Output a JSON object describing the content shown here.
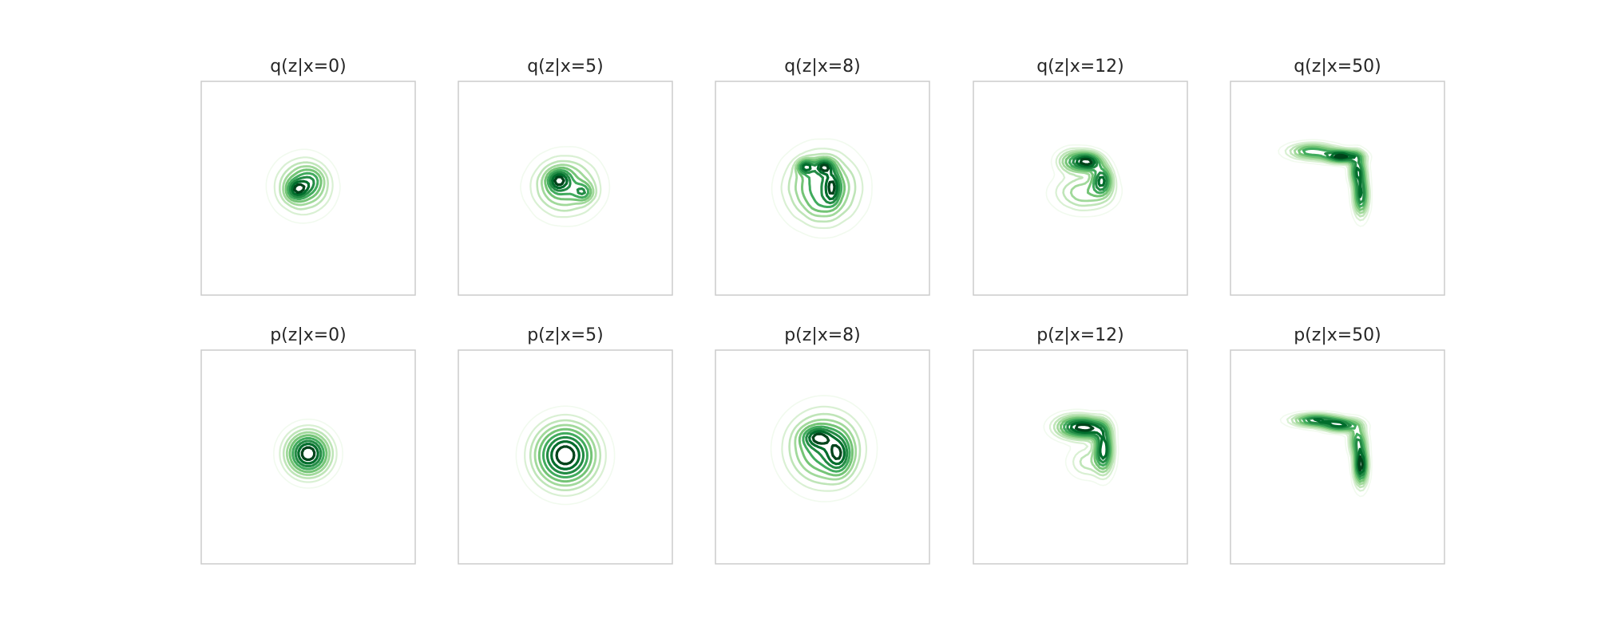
{
  "chart_data": {
    "type": "contour",
    "layout": {
      "rows": 2,
      "cols": 5
    },
    "axes_visible": false,
    "grid": false,
    "legend": "none",
    "colormap": "Greens",
    "colors": {
      "levels": [
        "#f1faee",
        "#d9f0d3",
        "#bfe5b8",
        "#a1d99b",
        "#74c476",
        "#41ab5d",
        "#238b45",
        "#006d2c",
        "#00441b"
      ],
      "frame": "#cccccc",
      "title": "#262626"
    },
    "panels": [
      {
        "title": "q(z|x=0)",
        "center": [
          -0.15,
          0.05
        ],
        "noise": 0.11,
        "components": [
          {
            "mean": [
              0,
              0
            ],
            "sigma": [
              0.5,
              0.5
            ],
            "weight": 1.0
          },
          {
            "mean": [
              -0.2,
              -0.1
            ],
            "sigma": [
              0.2,
              0.2
            ],
            "weight": 0.8
          },
          {
            "mean": [
              0.25,
              0.2
            ],
            "sigma": [
              0.25,
              0.25
            ],
            "weight": 0.4
          }
        ]
      },
      {
        "title": "q(z|x=5)",
        "center": [
          0.0,
          0.05
        ],
        "noise": 0.11,
        "components": [
          {
            "mean": [
              0,
              0
            ],
            "sigma": [
              0.6,
              0.55
            ],
            "weight": 1.0
          },
          {
            "mean": [
              -0.2,
              0.2
            ],
            "sigma": [
              0.22,
              0.2
            ],
            "weight": 0.8
          },
          {
            "mean": [
              0.55,
              -0.15
            ],
            "sigma": [
              0.2,
              0.18
            ],
            "weight": 0.7
          }
        ]
      },
      {
        "title": "q(z|x=8)",
        "center": [
          0.0,
          0.1
        ],
        "noise": 0.11,
        "components": [
          {
            "mean": [
              0,
              -0.1
            ],
            "sigma": [
              0.65,
              0.65
            ],
            "weight": 1.0
          },
          {
            "mean": [
              -0.5,
              0.55
            ],
            "sigma": [
              0.16,
              0.14
            ],
            "weight": 0.8
          },
          {
            "mean": [
              0.05,
              0.55
            ],
            "sigma": [
              0.18,
              0.15
            ],
            "weight": 0.8
          },
          {
            "mean": [
              0.3,
              -0.05
            ],
            "sigma": [
              0.15,
              0.35
            ],
            "weight": 0.6
          }
        ]
      },
      {
        "title": "q(z|x=12)",
        "center": [
          0.1,
          0.25
        ],
        "noise": 0.1,
        "components": [
          {
            "mean": [
              -0.3,
              0.55
            ],
            "sigma": [
              0.3,
              0.22
            ],
            "weight": 0.7
          },
          {
            "mean": [
              0.15,
              0.55
            ],
            "sigma": [
              0.25,
              0.18
            ],
            "weight": 1.0
          },
          {
            "mean": [
              0.55,
              0.0
            ],
            "sigma": [
              0.2,
              0.3
            ],
            "weight": 0.9
          },
          {
            "mean": [
              0.0,
              -0.4
            ],
            "sigma": [
              0.55,
              0.35
            ],
            "weight": 0.5
          }
        ]
      },
      {
        "title": "q(z|x=50)",
        "center": [
          0.05,
          0.1
        ],
        "noise": 0.06,
        "components": [
          {
            "mean": [
              -0.8,
              1.0
            ],
            "sigma": [
              0.45,
              0.15
            ],
            "weight": 0.7
          },
          {
            "mean": [
              0.1,
              0.85
            ],
            "sigma": [
              0.35,
              0.12
            ],
            "weight": 1.0
          },
          {
            "mean": [
              0.55,
              0.45
            ],
            "sigma": [
              0.15,
              0.3
            ],
            "weight": 0.8
          },
          {
            "mean": [
              0.65,
              -0.3
            ],
            "sigma": [
              0.14,
              0.4
            ],
            "weight": 0.9
          }
        ]
      },
      {
        "title": "p(z|x=0)",
        "center": [
          0.0,
          0.1
        ],
        "noise": 0.0,
        "components": [
          {
            "mean": [
              0,
              0
            ],
            "sigma": [
              0.42,
              0.42
            ],
            "weight": 1.0
          }
        ]
      },
      {
        "title": "p(z|x=5)",
        "center": [
          0.0,
          0.05
        ],
        "noise": 0.0,
        "components": [
          {
            "mean": [
              0,
              0
            ],
            "sigma": [
              0.6,
              0.6
            ],
            "weight": 1.0
          }
        ]
      },
      {
        "title": "p(z|x=8)",
        "center": [
          0.05,
          0.15
        ],
        "noise": 0.0,
        "components": [
          {
            "mean": [
              0,
              0.1
            ],
            "sigma": [
              0.7,
              0.7
            ],
            "weight": 0.9
          },
          {
            "mean": [
              -0.2,
              0.45
            ],
            "sigma": [
              0.3,
              0.2
            ],
            "weight": 0.6
          },
          {
            "mean": [
              0.45,
              -0.1
            ],
            "sigma": [
              0.25,
              0.4
            ],
            "weight": 0.6
          }
        ]
      },
      {
        "title": "p(z|x=12)",
        "center": [
          0.15,
          0.3
        ],
        "noise": 0.0,
        "components": [
          {
            "mean": [
              -0.3,
              0.6
            ],
            "sigma": [
              0.4,
              0.22
            ],
            "weight": 0.9
          },
          {
            "mean": [
              0.2,
              0.55
            ],
            "sigma": [
              0.3,
              0.2
            ],
            "weight": 0.6
          },
          {
            "mean": [
              0.55,
              -0.05
            ],
            "sigma": [
              0.18,
              0.45
            ],
            "weight": 1.0
          },
          {
            "mean": [
              0.05,
              -0.45
            ],
            "sigma": [
              0.35,
              0.3
            ],
            "weight": 0.3
          }
        ]
      },
      {
        "title": "p(z|x=50)",
        "center": [
          0.05,
          0.15
        ],
        "noise": 0.0,
        "components": [
          {
            "mean": [
              -0.7,
              0.95
            ],
            "sigma": [
              0.45,
              0.12
            ],
            "weight": 0.8
          },
          {
            "mean": [
              0.05,
              0.8
            ],
            "sigma": [
              0.35,
              0.12
            ],
            "weight": 0.8
          },
          {
            "mean": [
              0.55,
              0.35
            ],
            "sigma": [
              0.16,
              0.3
            ],
            "weight": 0.6
          },
          {
            "mean": [
              0.65,
              -0.4
            ],
            "sigma": [
              0.13,
              0.38
            ],
            "weight": 1.0
          }
        ]
      }
    ]
  }
}
